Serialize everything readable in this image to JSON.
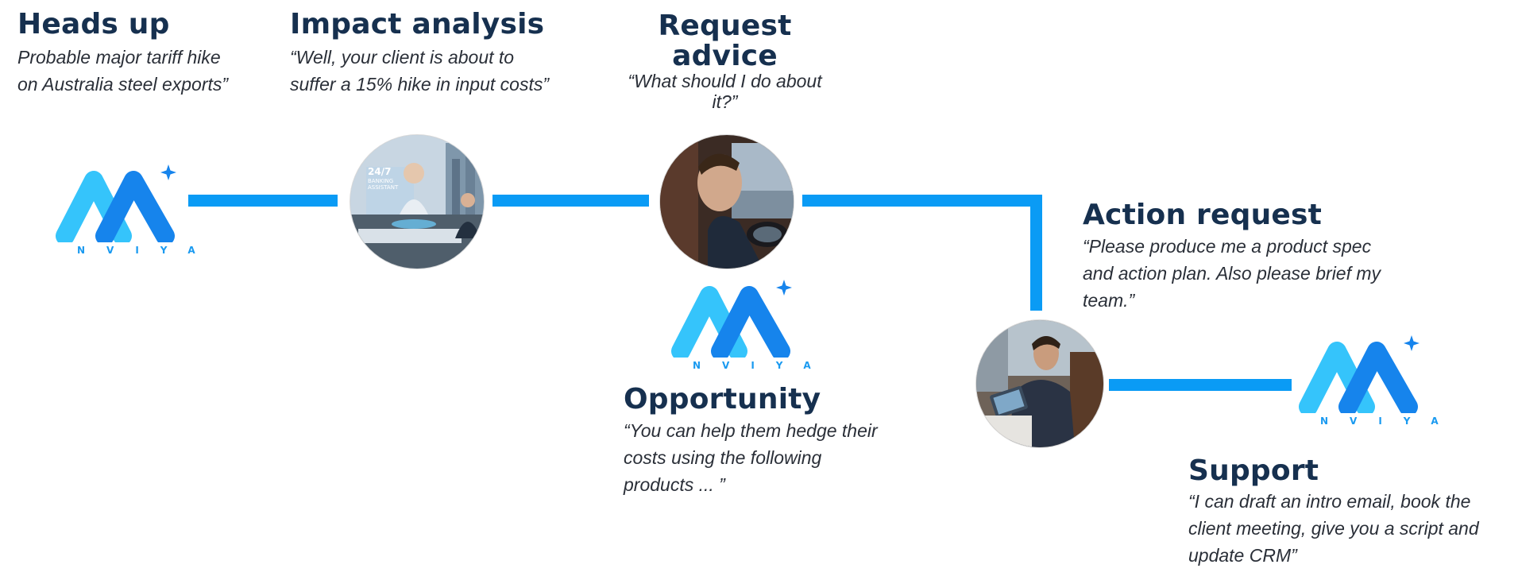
{
  "steps": {
    "heads_up": {
      "title": "Heads up",
      "quote_lines": [
        "Probable major tariff hike",
        "on Australia steel exports”"
      ]
    },
    "impact": {
      "title": "Impact analysis",
      "quote_lines": [
        "“Well, your client is about to",
        "suffer a 15% hike in input costs”"
      ]
    },
    "request": {
      "title_lines": [
        "Request",
        "advice"
      ],
      "quote_lines": [
        "“What should I do about",
        "it?”"
      ]
    },
    "opportunity": {
      "title": "Opportunity",
      "quote_lines": [
        "“You can help them hedge their",
        "costs using the following",
        "products ... ”"
      ]
    },
    "action": {
      "title": "Action request",
      "quote_lines": [
        "“Please produce me a product spec",
        "and action plan.  Also please brief my",
        "team.”"
      ]
    },
    "support": {
      "title": "Support",
      "quote_lines": [
        "“I can draft an intro email, book the",
        "client meeting, give you a script and",
        "update CRM”"
      ]
    }
  },
  "logo": {
    "wordmark": "NVIYA"
  },
  "photo_text": {
    "screen_line1": "24/7",
    "screen_line2": "BANKING",
    "screen_line3": "ASSISTANT"
  },
  "colors": {
    "connector": "#0a9bf5",
    "heading": "#16304f",
    "logo_light": "#35c4fb",
    "logo_dark": "#1684ec"
  }
}
